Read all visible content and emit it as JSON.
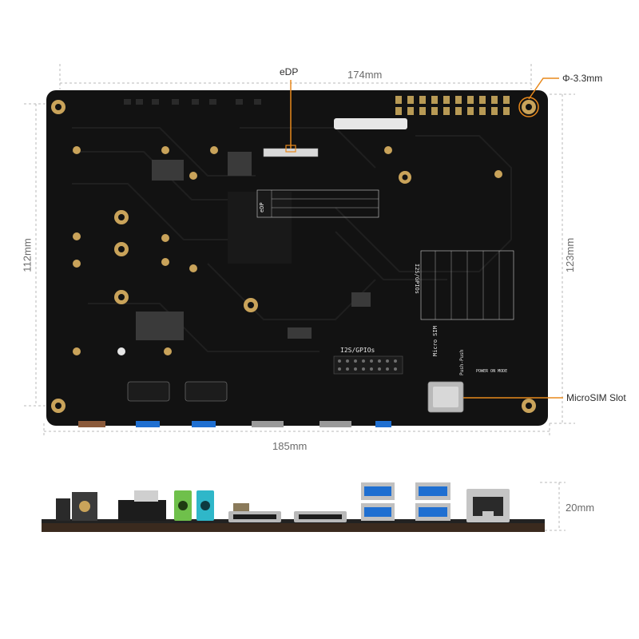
{
  "dimensions": {
    "top_width": "174mm",
    "bottom_width": "185mm",
    "left_height": "112mm",
    "right_height": "123mm",
    "side_height": "20mm"
  },
  "callouts": {
    "edp": "eDP",
    "hole": "Φ-3.3mm",
    "microsim": "MicroSIM Slot"
  },
  "silkscreen": {
    "edp_label": "eDP",
    "i2s_gpio_label": "I2S/GPIOs",
    "micro_sim_label": "Micro SIM",
    "push_push_label": "Push-Push",
    "i2s_gpio_side_label": "I2S/GPIOs",
    "power_on_mode": "POWER ON MODE"
  },
  "colors": {
    "board": "#121212",
    "callout_orange": "#e8891c",
    "dimension_line": "#b9b9b9",
    "gold_pad": "#c9a35a",
    "usb_blue": "#1f6fd1",
    "audio_green": "#6fc04b",
    "audio_teal": "#2fb7c9"
  }
}
